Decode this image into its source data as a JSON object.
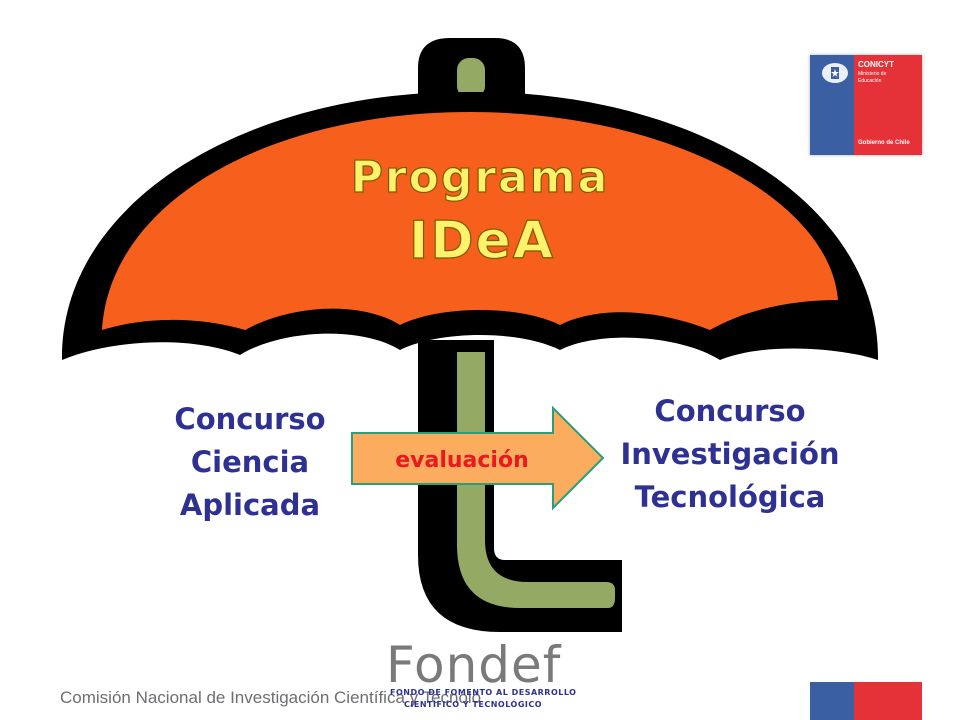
{
  "umbrella": {
    "title_line1": "Programa",
    "title_line2": "IDeA",
    "colors": {
      "canopy": "#f7601c",
      "outline": "#000000",
      "handle": "#93a964",
      "title": "#fdf26a"
    }
  },
  "left_box": {
    "line1": "Concurso",
    "line2": "Ciencia",
    "line3": "Aplicada"
  },
  "right_box": {
    "line1": "Concurso",
    "line2": "Investigación",
    "line3": "Tecnológica"
  },
  "arrow": {
    "label": "evaluación",
    "fill": "#fbac5e",
    "stroke": "#2aa07a",
    "text_color": "#e8191f"
  },
  "conicyt_logo": {
    "name": "CONICYT",
    "sub1": "Ministerio de",
    "sub2": "Educación",
    "gov": "Gobierno de Chile"
  },
  "footer": {
    "text": "Comisión Nacional de Investigación Científica y Tecnoló"
  },
  "fondef": {
    "word": "Fondef",
    "line1": "FONDO DE FOMENTO AL DESARROLLO",
    "line2": "CIENTÍFICO Y TECNOLÓGICO"
  }
}
